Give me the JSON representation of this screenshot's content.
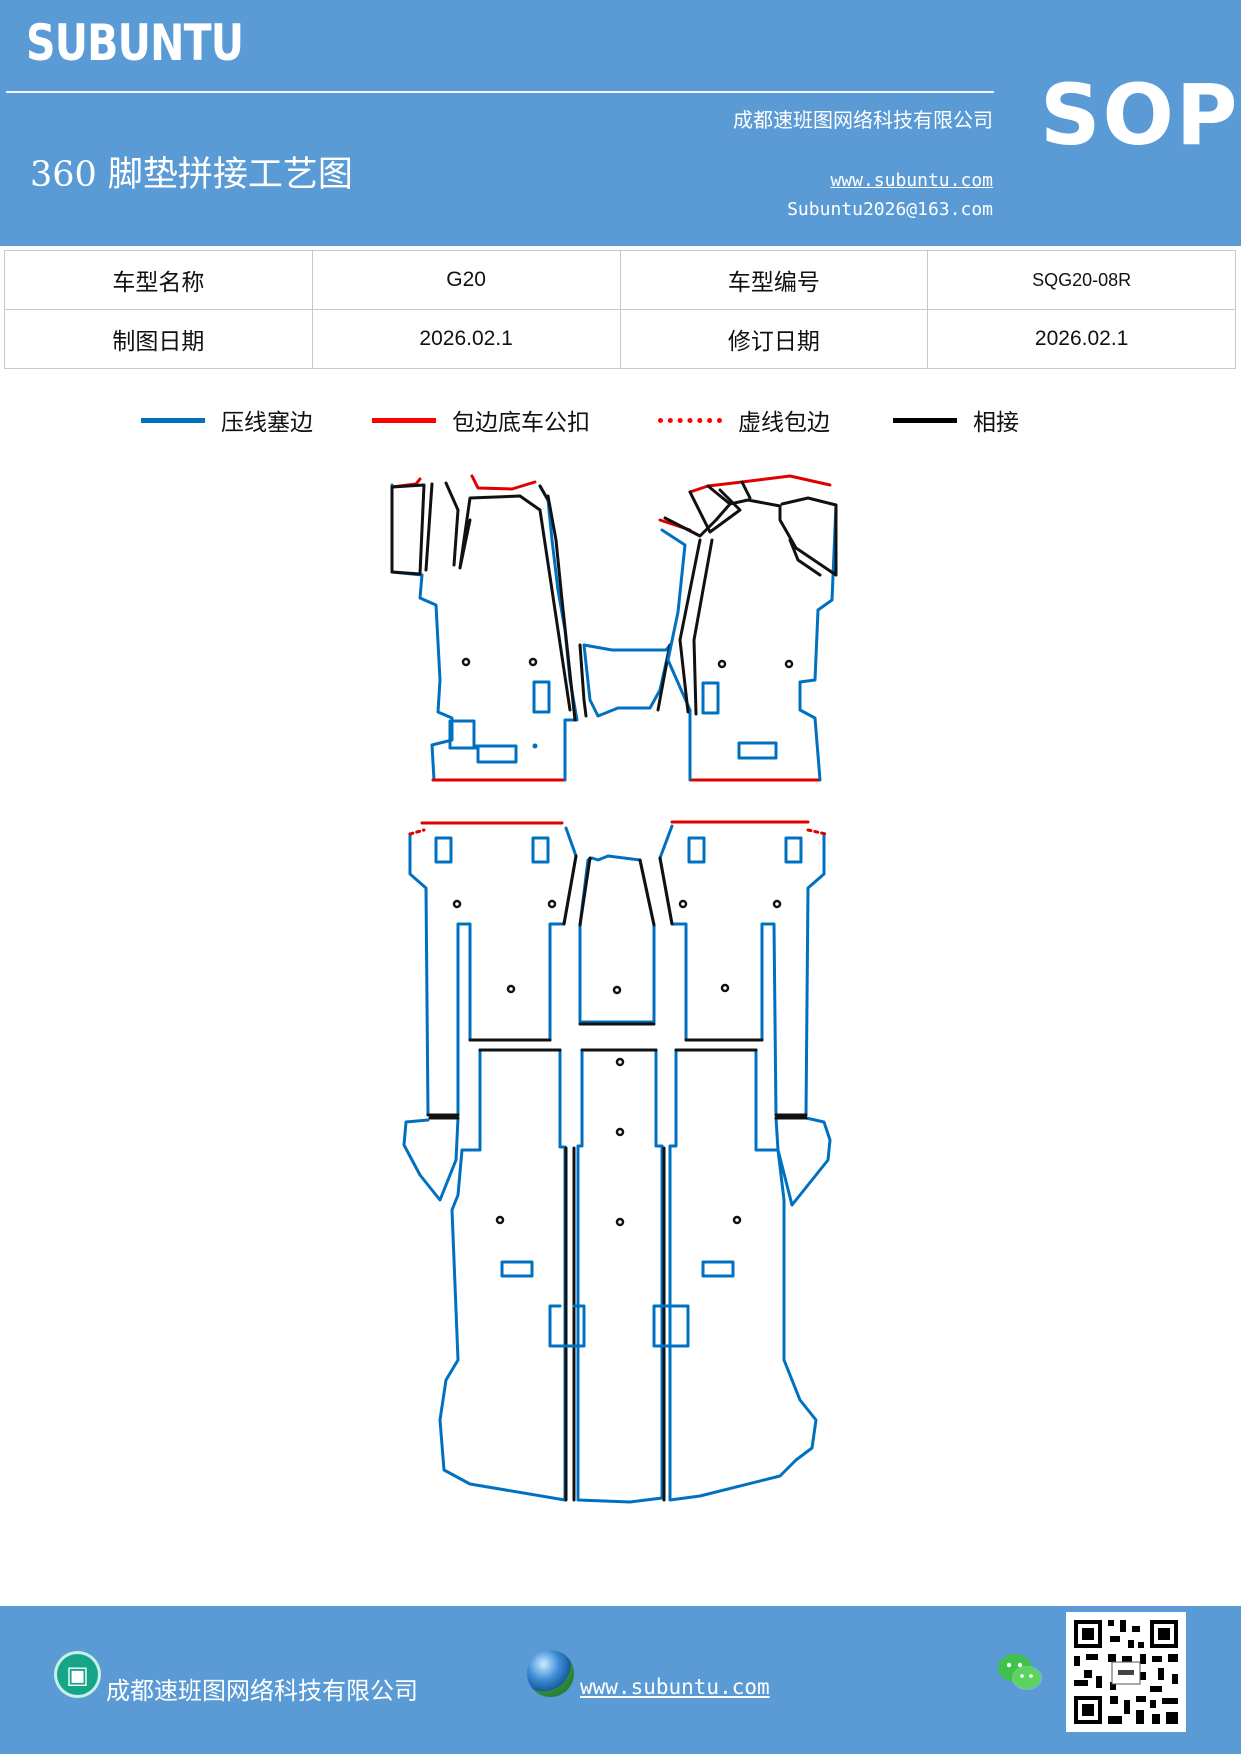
{
  "header": {
    "brand": "SUBUNTU",
    "company": "成都速班图网络科技有限公司",
    "title": "360 脚垫拼接工艺图",
    "website": "www.subuntu.com",
    "email": "Subuntu2026@163.com",
    "badge": "SOP"
  },
  "info_table": {
    "rows": [
      {
        "label1": "车型名称",
        "value1": "G20",
        "label2": "车型编号",
        "value2": "SQG20-08R"
      },
      {
        "label1": "制图日期",
        "value1": "2026.02.1",
        "label2": "修订日期",
        "value2": "2026.02.1"
      }
    ]
  },
  "legend": [
    {
      "label": "压线塞边",
      "color": "#0070c0",
      "style": "solid"
    },
    {
      "label": "包边底车公扣",
      "color": "#ff0000",
      "style": "solid"
    },
    {
      "label": "虚线包边",
      "color": "#ff0000",
      "style": "dotted"
    },
    {
      "label": "相接",
      "color": "#000000",
      "style": "solid"
    }
  ],
  "colors": {
    "brand_blue": "#5b9bd5",
    "line_blue": "#0070c0",
    "line_red": "#ff0000",
    "line_black": "#000000"
  },
  "footer": {
    "company": "成都速班图网络科技有限公司",
    "website": "www.subuntu.com",
    "icons": [
      "building-icon",
      "globe-icon",
      "wechat-icon",
      "qr-code"
    ]
  }
}
